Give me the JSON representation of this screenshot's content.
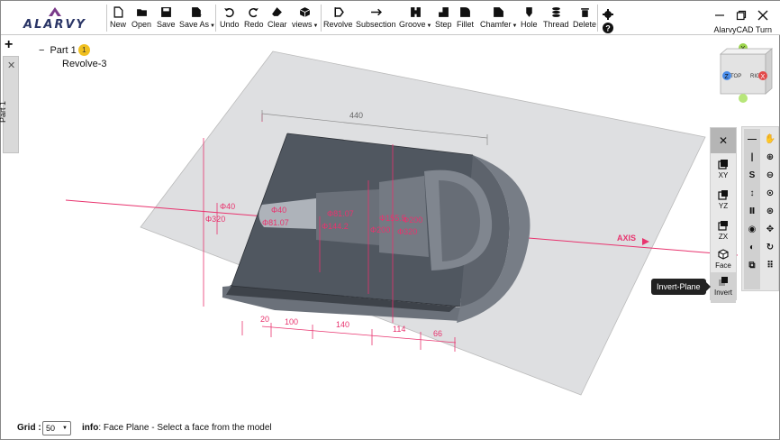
{
  "app": {
    "title": "AlarvyCAD Turn",
    "logo_text": "ALARVY"
  },
  "toolbar": {
    "buttons": [
      {
        "label": "New",
        "icon": "new-file-icon"
      },
      {
        "label": "Open",
        "icon": "open-folder-icon"
      },
      {
        "label": "Save",
        "icon": "save-icon"
      },
      {
        "label": "Save As",
        "icon": "save-as-icon",
        "dropdown": true
      },
      {
        "label": "Undo",
        "icon": "undo-icon"
      },
      {
        "label": "Redo",
        "icon": "redo-icon"
      },
      {
        "label": "Clear",
        "icon": "eraser-icon"
      },
      {
        "label": "views",
        "icon": "cube-icon",
        "dropdown": true
      },
      {
        "label": "Revolve",
        "icon": "revolve-icon"
      },
      {
        "label": "Subsection",
        "icon": "subsection-icon"
      },
      {
        "label": "Groove",
        "icon": "groove-icon",
        "dropdown": true
      },
      {
        "label": "Step",
        "icon": "step-icon"
      },
      {
        "label": "Fillet",
        "icon": "fillet-icon"
      },
      {
        "label": "Chamfer",
        "icon": "chamfer-icon",
        "dropdown": true
      },
      {
        "label": "Hole",
        "icon": "hole-icon"
      },
      {
        "label": "Thread",
        "icon": "thread-icon"
      },
      {
        "label": "Delete",
        "icon": "trash-icon"
      }
    ]
  },
  "sidebar": {
    "tab_label": "Part 1"
  },
  "tree": {
    "part": "Part 1",
    "badge": "1",
    "feature": "Revolve-3"
  },
  "viewcube": {
    "top": "Y",
    "front": "Z",
    "front_text": "TOP",
    "right": "X",
    "right_text": "RIG"
  },
  "plane_panel": {
    "items": [
      {
        "label": "XY",
        "icon": "xy-plane-icon"
      },
      {
        "label": "YZ",
        "icon": "yz-plane-icon"
      },
      {
        "label": "ZX",
        "icon": "zx-plane-icon"
      },
      {
        "label": "Face",
        "icon": "face-plane-icon"
      },
      {
        "label": "Invert",
        "icon": "invert-plane-icon"
      }
    ],
    "tooltip": "Invert-Plane"
  },
  "drawing": {
    "dim_length": "440",
    "dims": [
      "20",
      "100",
      "140",
      "114",
      "66"
    ],
    "dia_labels": [
      "Φ40",
      "Φ320",
      "Φ40",
      "Φ81.07",
      "Φ81.07",
      "Φ144.2",
      "Φ155.5",
      "Φ200",
      "Φ200",
      "Φ320"
    ],
    "axis_label": "AXIS"
  },
  "status": {
    "grid_label": "Grid :",
    "grid_value": "50",
    "info_label": "info",
    "info_text": ": Face Plane - Select a face from the model"
  }
}
